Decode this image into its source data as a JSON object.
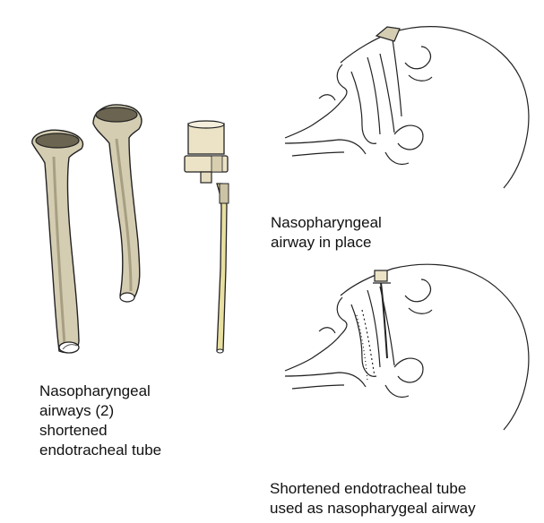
{
  "labels": {
    "left": "Nasopharyngeal\nairways (2)\nshortened\nendotracheal tube",
    "top_right": "Nasopharyngeal\nairway in place",
    "bottom_right": "Shortened endotracheal tube\nused as nasopharygeal airway"
  },
  "colors": {
    "airway_fill": "#d4cdb2",
    "airway_shade": "#a89f82",
    "tube_fill": "#e8dfa0",
    "connector_fill": "#ece3c6",
    "line": "#222222"
  }
}
